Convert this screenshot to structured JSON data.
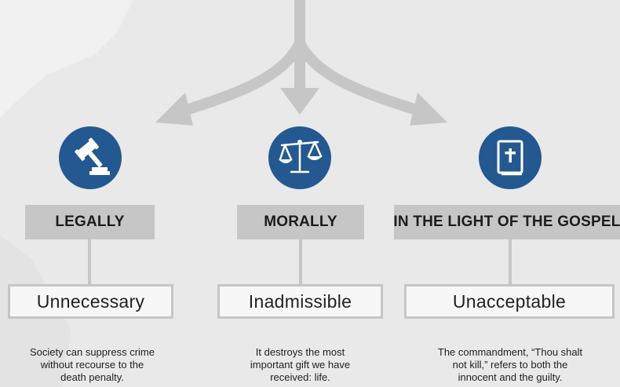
{
  "colors": {
    "accent": "#245890",
    "heading_bg": "#c6c6c6",
    "background": "#e9e9e9"
  },
  "columns": [
    {
      "icon": "gavel-icon",
      "heading": "LEGALLY",
      "verdict": "Unnecessary",
      "description_lines": [
        "Society can suppress crime",
        "without recourse to the",
        "death penalty."
      ]
    },
    {
      "icon": "scales-icon",
      "heading": "MORALLY",
      "verdict": "Inadmissible",
      "description_lines": [
        "It destroys the most",
        "important gift we have",
        "received: life."
      ]
    },
    {
      "icon": "bible-icon",
      "heading": "IN THE LIGHT OF THE GOSPEL",
      "verdict": "Unacceptable",
      "description_lines": [
        "The commandment, “Thou shalt",
        "not kill,” refers to both the",
        "innocent and the guilty."
      ]
    }
  ]
}
